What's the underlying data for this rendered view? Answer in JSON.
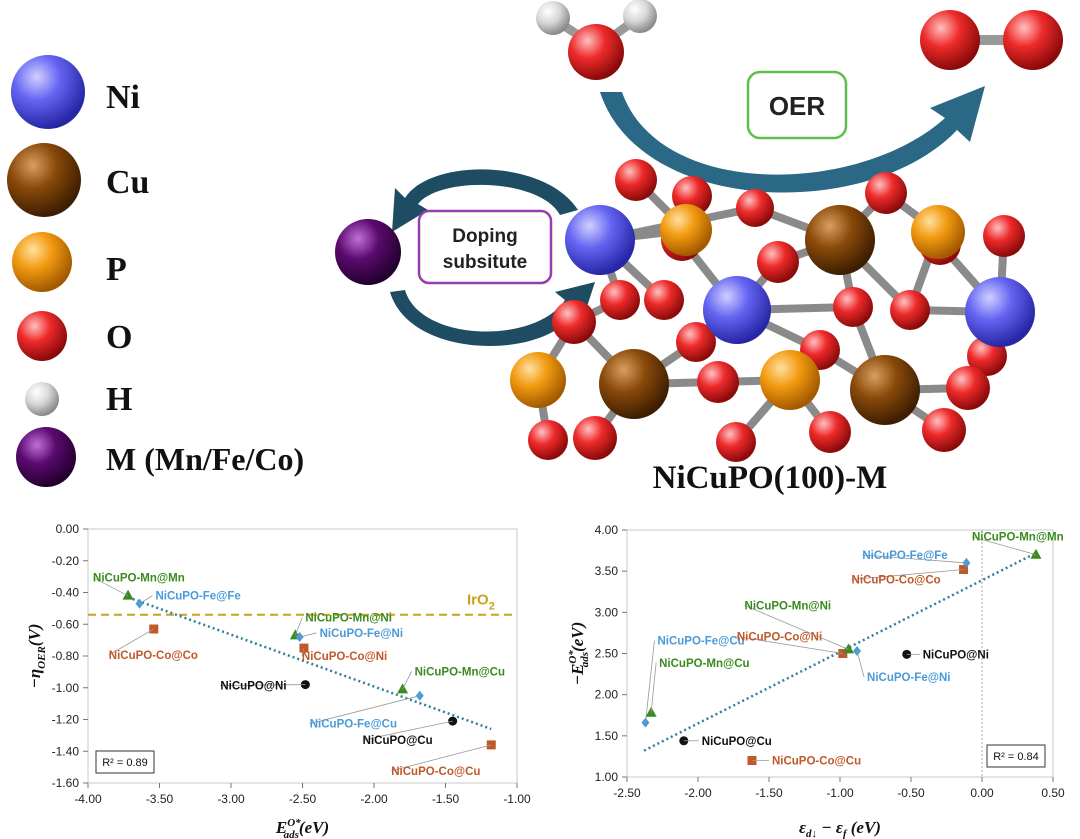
{
  "legend": {
    "items": [
      {
        "label": "Ni",
        "color": "#5b5bf0"
      },
      {
        "label": "Cu",
        "color": "#8a4a0a"
      },
      {
        "label": "P",
        "color": "#f29a10"
      },
      {
        "label": "O",
        "color": "#ee2a2a"
      },
      {
        "label": "H",
        "color": "#d8d8d8"
      },
      {
        "label": "M (Mn/Fe/Co)",
        "color": "#5a0a6e"
      }
    ]
  },
  "scheme": {
    "oer_label": "OER",
    "doping_label_line1": "Doping",
    "doping_label_line2": "subsitute",
    "structure_label": "NiCuPO(100)-M"
  },
  "colors": {
    "mn": "#3a8a1e",
    "fe": "#4a9ad8",
    "co": "#c0582a",
    "base": "#111111",
    "iro2": "#c9a21e",
    "fit": "#2f7f9a"
  },
  "chart_data": [
    {
      "type": "scatter",
      "xlabel_main": "E",
      "xlabel_sub": "ads",
      "xlabel_sup": "O*",
      "xlabel_unit": "(eV)",
      "ylabel_main": "−η",
      "ylabel_sub": "OER",
      "ylabel_unit": "(V)",
      "xlim": [
        -4.0,
        -1.0
      ],
      "ylim": [
        -1.6,
        0.0
      ],
      "xticks": [
        "-4.00",
        "-3.50",
        "-3.00",
        "-2.50",
        "-2.00",
        "-1.50",
        "-1.00"
      ],
      "yticks": [
        "-1.60",
        "-1.40",
        "-1.20",
        "-1.00",
        "-0.80",
        "-0.60",
        "-0.40",
        "-0.20",
        "0.00"
      ],
      "r2": "R² = 0.89",
      "reference": {
        "label": "IrO",
        "label_sub": "2",
        "y": -0.54
      },
      "fit_line": {
        "x": [
          -3.72,
          -1.18
        ],
        "y": [
          -0.43,
          -1.26
        ]
      },
      "points": [
        {
          "label": "NiCuPO-Mn@Mn",
          "series": "mn",
          "x": -3.72,
          "y": -0.42
        },
        {
          "label": "NiCuPO-Fe@Fe",
          "series": "fe",
          "x": -3.64,
          "y": -0.47
        },
        {
          "label": "NiCuPO-Co@Co",
          "series": "co",
          "x": -3.54,
          "y": -0.63
        },
        {
          "label": "NiCuPO-Mn@Ni",
          "series": "mn",
          "x": -2.55,
          "y": -0.67
        },
        {
          "label": "NiCuPO-Fe@Ni",
          "series": "fe",
          "x": -2.52,
          "y": -0.68
        },
        {
          "label": "NiCuPO-Co@Ni",
          "series": "co",
          "x": -2.49,
          "y": -0.75
        },
        {
          "label": "NiCuPO@Ni",
          "series": "base",
          "x": -2.48,
          "y": -0.98
        },
        {
          "label": "NiCuPO-Mn@Cu",
          "series": "mn",
          "x": -1.8,
          "y": -1.01
        },
        {
          "label": "NiCuPO-Fe@Cu",
          "series": "fe",
          "x": -1.68,
          "y": -1.05
        },
        {
          "label": "NiCuPO@Cu",
          "series": "base",
          "x": -1.45,
          "y": -1.21
        },
        {
          "label": "NiCuPO-Co@Cu",
          "series": "co",
          "x": -1.18,
          "y": -1.36
        }
      ]
    },
    {
      "type": "scatter",
      "xlabel_main": "ε",
      "xlabel_sub": "d↓",
      "xlabel_mid": " − ε",
      "xlabel_sub2": "f",
      "xlabel_unit": " (eV)",
      "ylabel_main": "−E",
      "ylabel_sub": "ads",
      "ylabel_sup": "O*",
      "ylabel_unit": "(eV)",
      "xlim": [
        -2.5,
        0.5
      ],
      "ylim": [
        1.0,
        4.0
      ],
      "xticks": [
        "-2.50",
        "-2.00",
        "-1.50",
        "-1.00",
        "-0.50",
        "0.00",
        "0.50"
      ],
      "yticks": [
        "1.00",
        "1.50",
        "2.00",
        "2.50",
        "3.00",
        "3.50",
        "4.00"
      ],
      "r2": "R² = 0.84",
      "fit_line": {
        "x": [
          -2.38,
          0.38
        ],
        "y": [
          1.32,
          3.72
        ]
      },
      "points": [
        {
          "label": "NiCuPO-Fe@Cu",
          "series": "fe",
          "x": -2.37,
          "y": 1.66
        },
        {
          "label": "NiCuPO-Mn@Cu",
          "series": "mn",
          "x": -2.33,
          "y": 1.78
        },
        {
          "label": "NiCuPO@Cu",
          "series": "base",
          "x": -2.1,
          "y": 1.44
        },
        {
          "label": "NiCuPO-Co@Cu",
          "series": "co",
          "x": -1.62,
          "y": 1.2
        },
        {
          "label": "NiCuPO-Co@Ni",
          "series": "co",
          "x": -0.98,
          "y": 2.5
        },
        {
          "label": "NiCuPO-Mn@Ni",
          "series": "mn",
          "x": -0.94,
          "y": 2.55
        },
        {
          "label": "NiCuPO-Fe@Ni",
          "series": "fe",
          "x": -0.88,
          "y": 2.53
        },
        {
          "label": "NiCuPO@Ni",
          "series": "base",
          "x": -0.53,
          "y": 2.49
        },
        {
          "label": "NiCuPO-Co@Co",
          "series": "co",
          "x": -0.13,
          "y": 3.52
        },
        {
          "label": "NiCuPO-Fe@Fe",
          "series": "fe",
          "x": -0.11,
          "y": 3.6
        },
        {
          "label": "NiCuPO-Mn@Mn",
          "series": "mn",
          "x": 0.38,
          "y": 3.7
        }
      ]
    }
  ]
}
